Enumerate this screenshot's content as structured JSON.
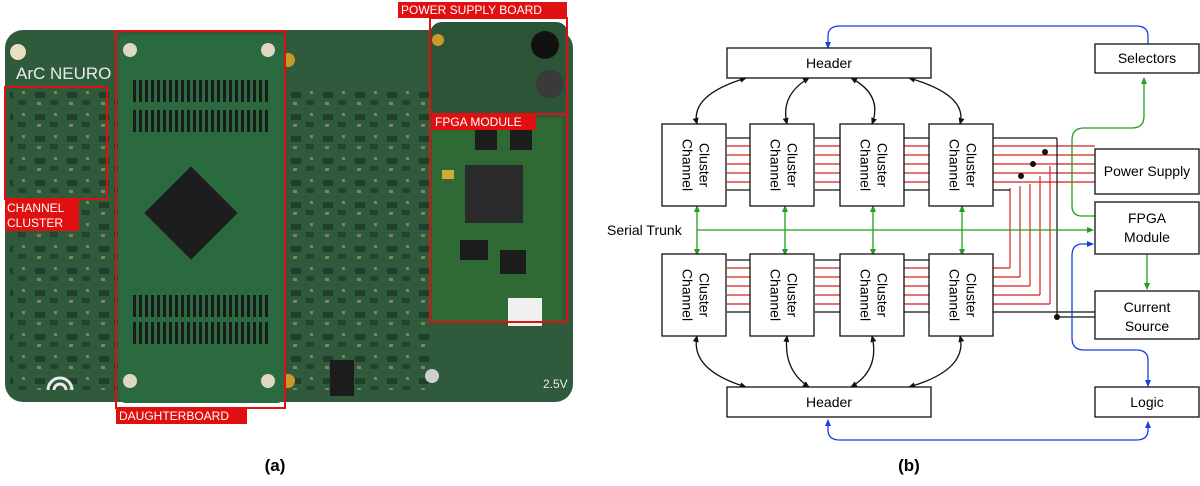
{
  "panel_a": {
    "caption": "(a)",
    "board_silkscreen": "ArC  NEURO",
    "voltage_silkscreen": "2.5V",
    "labels": {
      "power_supply_board": "POWER SUPPLY BOARD",
      "fpga_module": "FPGA MODULE",
      "channel_cluster_line1": "CHANNEL",
      "channel_cluster_line2": "CLUSTER",
      "daughterboard": "DAUGHTERBOARD"
    }
  },
  "panel_b": {
    "caption": "(b)",
    "header_top": "Header",
    "header_bottom": "Header",
    "cluster_line1": "Channel",
    "cluster_line2": "Cluster",
    "selectors": "Selectors",
    "power_supply": "Power Supply",
    "fpga_line1": "FPGA",
    "fpga_line2": "Module",
    "current_line1": "Current",
    "current_line2": "Source",
    "logic": "Logic",
    "serial_trunk": "Serial Trunk"
  },
  "colors": {
    "pcb_green": "#2f5a3c",
    "label_red": "#e01010",
    "arrow_black": "#111111",
    "arrow_green": "#1fa01f",
    "arrow_blue": "#1a3fe0",
    "line_red": "#d42020"
  }
}
